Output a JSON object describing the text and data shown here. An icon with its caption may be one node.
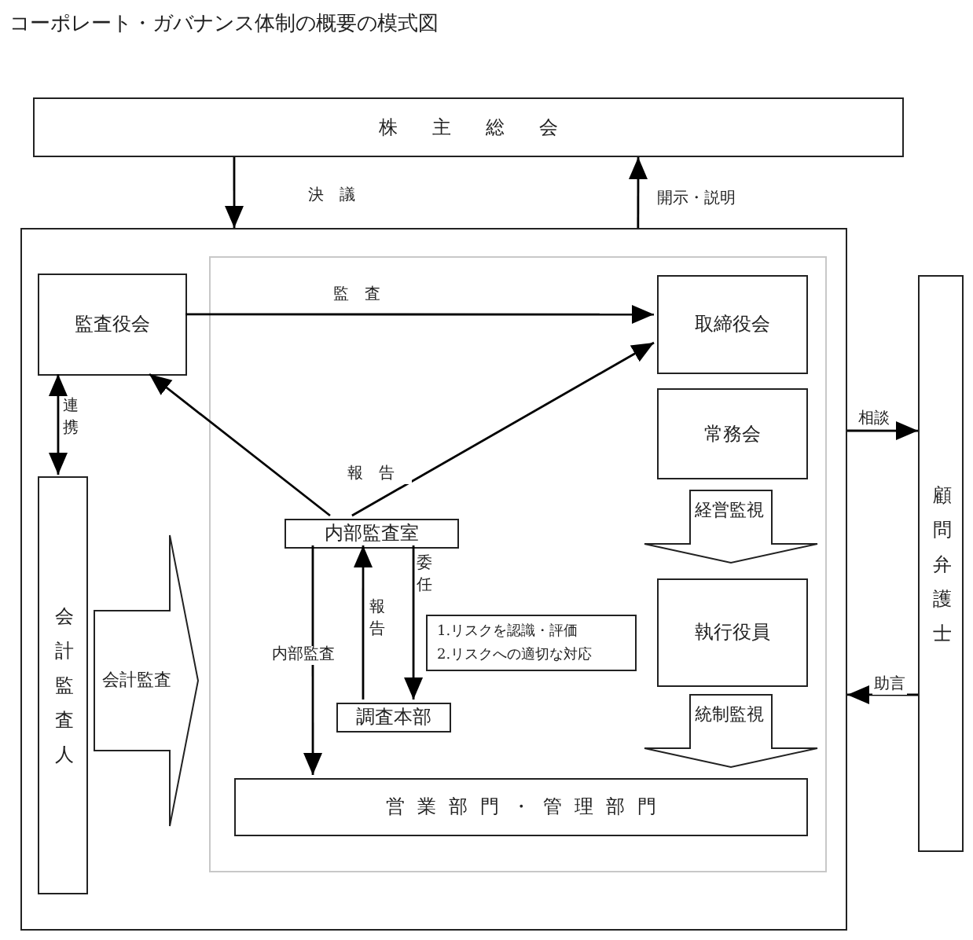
{
  "diagram": {
    "title": "コーポレート・ガバナンス体制の概要の模式図",
    "nodes": [
      {
        "text": [
          "株主総会"
        ]
      },
      {
        "text": [],
        "shape": "box"
      },
      {
        "text": [],
        "shape": "box",
        "in": 1
      },
      {
        "text": [
          "監査役会"
        ],
        "in": 1
      },
      {
        "text": [
          "会計監査人"
        ],
        "in": 1
      },
      {
        "text": [
          "取締役会"
        ],
        "in": 2
      },
      {
        "text": [
          "常務会"
        ],
        "in": 2
      },
      {
        "text": [
          "執行役員"
        ],
        "in": 2
      },
      {
        "text": [
          "内部監査室"
        ],
        "in": 2
      },
      {
        "text": [
          "1.リスクを認識・評価",
          "2.リスクへの適切な対応"
        ],
        "in": 2
      },
      {
        "text": [
          "調査本部"
        ],
        "in": 2
      },
      {
        "text": [
          "営業部門・管理部門"
        ],
        "in": 2
      },
      {
        "text": [
          "顧問弁護士"
        ]
      }
    ],
    "edges": [
      {
        "from": 0,
        "to": 1,
        "arrow": "to",
        "label": "決議"
      },
      {
        "from": 1,
        "to": 0,
        "arrow": "to",
        "label": "開示・説明"
      },
      {
        "from": 3,
        "to": 5,
        "arrow": "to",
        "label": "監査"
      },
      {
        "from": 8,
        "to": 3,
        "arrow": "to"
      },
      {
        "from": 8,
        "to": 5,
        "arrow": "to"
      },
      {
        "from": 3,
        "to": 4,
        "arrow": "both",
        "label": "連携"
      },
      {
        "from": 8,
        "to": 11,
        "arrow": "to",
        "label": "内部監査"
      },
      {
        "from": 10,
        "to": 8,
        "arrow": "to",
        "label": "報告"
      },
      {
        "from": 8,
        "to": 10,
        "arrow": "to",
        "label": "委任"
      },
      {
        "from": 1,
        "to": 12,
        "arrow": "to",
        "label": "相談"
      },
      {
        "from": 12,
        "to": 1,
        "arrow": "to",
        "label": "助言"
      },
      {
        "from": 4,
        "to": 2,
        "arrow": "to",
        "label": "会計監査"
      },
      {
        "from": 6,
        "to": 7,
        "arrow": "to",
        "label": "経営監視"
      },
      {
        "from": 7,
        "to": 11,
        "arrow": "to",
        "label": "統制監視"
      }
    ],
    "labels": [
      "報告"
    ]
  }
}
